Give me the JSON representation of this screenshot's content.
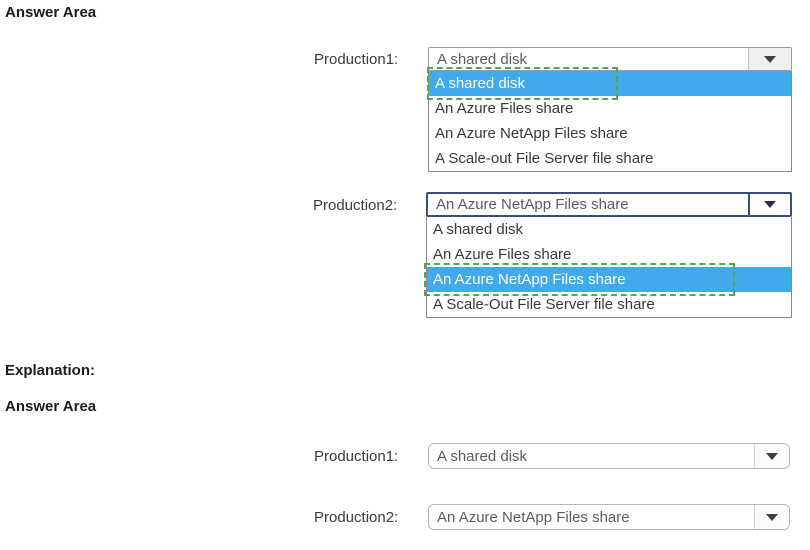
{
  "colors": {
    "highlight_blue": "#41aaeb",
    "dashed_green": "#55a555",
    "focus_border": "#35507d"
  },
  "answer_area": {
    "title": "Answer Area",
    "questions": [
      {
        "label": "Production1:",
        "selected": "A shared disk",
        "highlighted_option": "A shared disk",
        "options": [
          "A shared disk",
          "An Azure Files share",
          "An Azure NetApp Files share",
          "A Scale-out File Server file share"
        ]
      },
      {
        "label": "Production2:",
        "selected": "An Azure NetApp Files share",
        "highlighted_option": "An Azure NetApp Files share",
        "options": [
          "A shared disk",
          "An Azure Files share",
          "An Azure NetApp Files share",
          "A Scale-Out File Server file share"
        ]
      }
    ]
  },
  "explanation": {
    "title": "Explanation:",
    "answer_area_title": "Answer Area",
    "questions": [
      {
        "label": "Production1:",
        "selected": "A shared disk"
      },
      {
        "label": "Production2:",
        "selected": "An Azure NetApp Files share"
      }
    ]
  }
}
